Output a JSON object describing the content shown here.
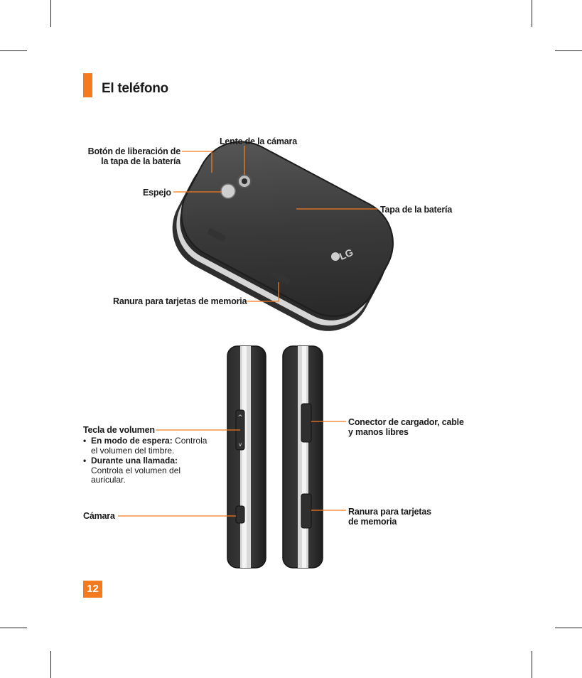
{
  "header": {
    "title": "El teléfono"
  },
  "page_number": "12",
  "accent_color": "#f37a1f",
  "top_view": {
    "brand_logo": "LG",
    "labels": {
      "battery_release_line1": "Botón de liberación de",
      "battery_release_line2": "la tapa de la batería",
      "camera_lens": "Lente de la cámara",
      "mirror": "Espejo",
      "battery_cover": "Tapa de la batería",
      "memory_slot": "Ranura para tarjetas de memoria"
    }
  },
  "side_view": {
    "volume": {
      "title": "Tecla de volumen",
      "items": [
        {
          "head": "En modo de espera:",
          "text": "Controla el volumen del timbre."
        },
        {
          "head": "Durante una llamada:",
          "text": "Controla el volumen del auricular."
        }
      ]
    },
    "camera_key": "Cámara",
    "connector_line1": "Conector de cargador, cable",
    "connector_line2": "y manos libres",
    "memory_slot_line1": "Ranura para tarjetas",
    "memory_slot_line2": "de memoria"
  }
}
